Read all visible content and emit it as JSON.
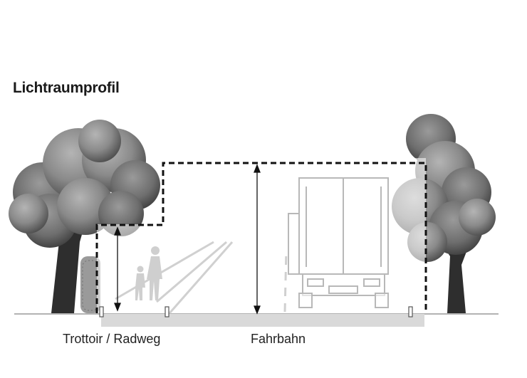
{
  "title": "Lichtraumprofil",
  "labels": {
    "sidewalk": "Trottoir / Radweg",
    "roadway": "Fahrbahn"
  },
  "colors": {
    "tree_canopy": "#8c8c8c",
    "trunk": "#2e2e2e",
    "hedge": "#9a9a9a",
    "ground": "#d9d9d9",
    "profile_line": "#111111",
    "clearance_fill": "#ffffff"
  },
  "icons": [
    "tree-left",
    "tree-right",
    "hedge",
    "pedestrians",
    "truck",
    "height-arrow"
  ]
}
